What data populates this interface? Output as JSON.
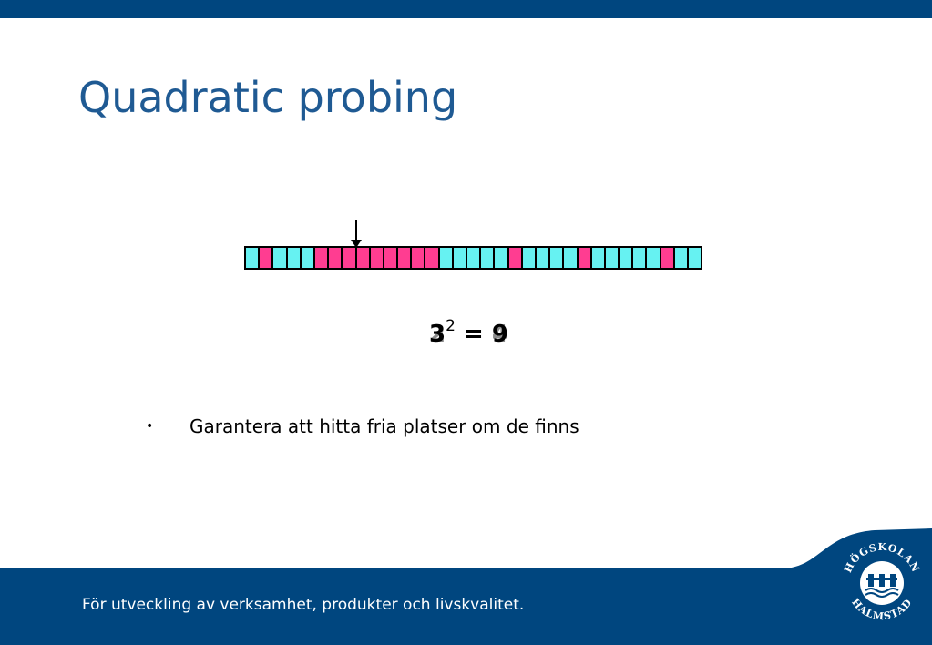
{
  "slide": {
    "title": "Quadratic probing",
    "bullet": "Garantera att hitta fria platser om de finns",
    "footer": "För utveckling av verksamhet, produkter och livskvalitet."
  },
  "formula": {
    "base": "3",
    "base_ghost": "2",
    "exponent": "2",
    "equals": "=",
    "result": "9",
    "result_ghost": "4"
  },
  "table": {
    "colors": {
      "free": "#66f2f2",
      "occupied": "#ff3d91"
    },
    "cells": [
      "free",
      "occupied",
      "free",
      "free",
      "free",
      "occupied",
      "occupied",
      "occupied",
      "occupied",
      "occupied",
      "occupied",
      "occupied",
      "occupied",
      "occupied",
      "free",
      "free",
      "free",
      "free",
      "free",
      "occupied",
      "free",
      "free",
      "free",
      "free",
      "occupied",
      "free",
      "free",
      "free",
      "free",
      "free",
      "occupied",
      "free",
      "free"
    ],
    "pointer_index": 7
  },
  "logo": {
    "top_text": "HÖGSKOLAN",
    "bottom_text": "HALMSTAD",
    "icon": "halmstad-university-logo-icon"
  },
  "colors": {
    "brand_blue": "#00467f",
    "title_blue": "#1f5a93"
  }
}
